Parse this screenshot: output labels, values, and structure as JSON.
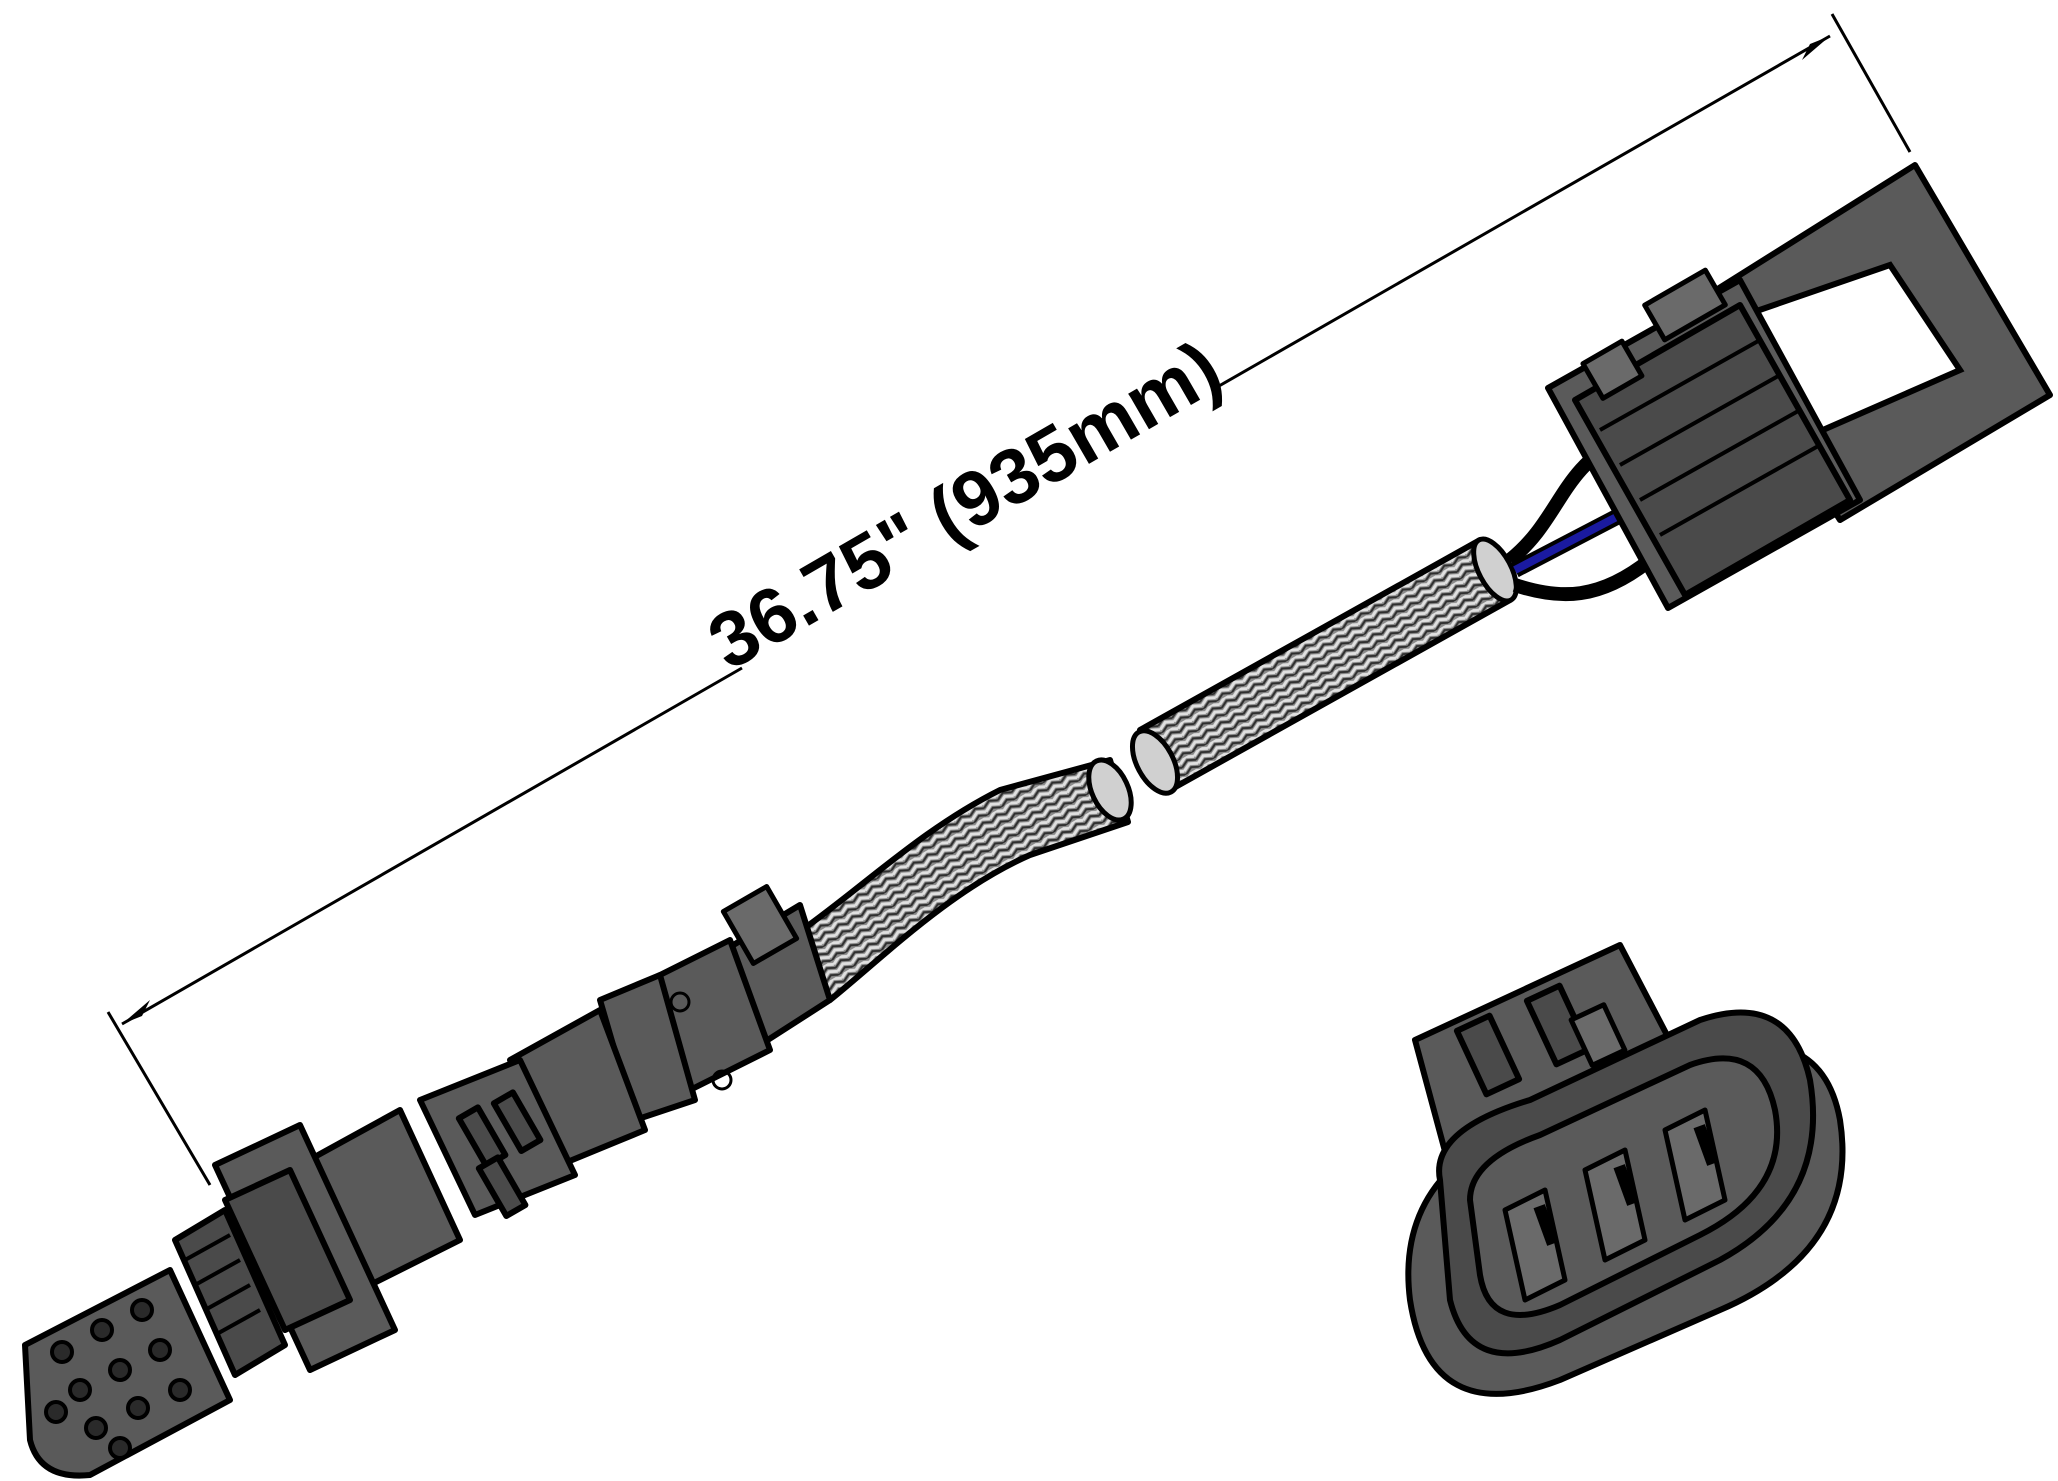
{
  "dimension": {
    "label": "36.75\" (935mm)"
  },
  "colors": {
    "body": "#5a5a5a",
    "outline": "#000000",
    "braid_light": "#bfbfbf",
    "braid_dark": "#3a3a3a",
    "wire_blue": "#1a1aa0",
    "background": "#ffffff"
  },
  "parts": [
    "oxygen-sensor-tip",
    "threaded-hex-body",
    "sensor-shell",
    "braided-cable",
    "wire-harness-connector",
    "connector-face-view"
  ]
}
